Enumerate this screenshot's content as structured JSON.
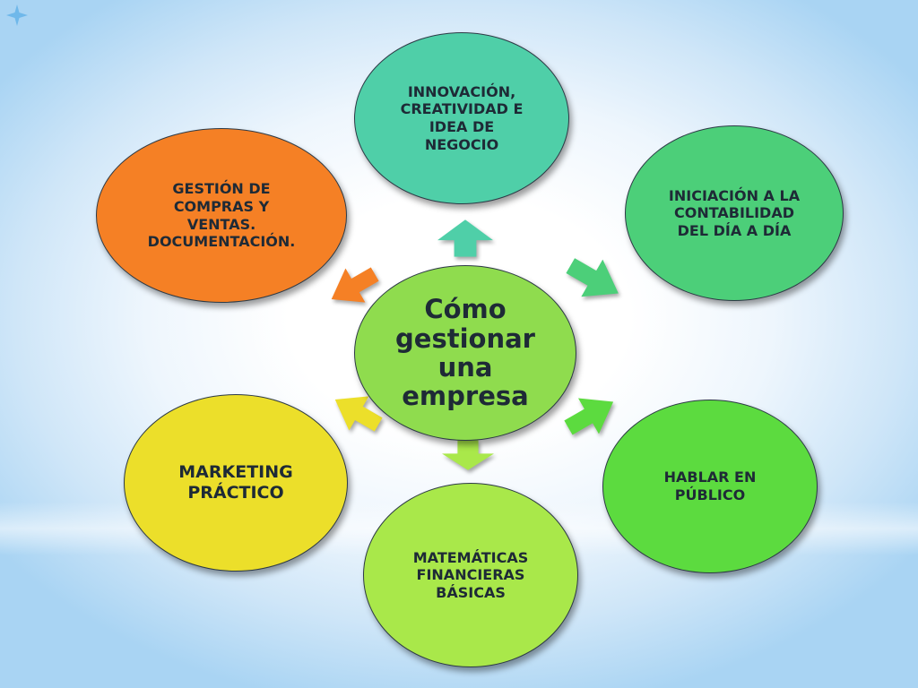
{
  "diagram": {
    "center": {
      "label": "Cómo\ngestionar\nuna\nempresa",
      "color": "#8fdc4e"
    },
    "nodes": [
      {
        "id": "innovacion",
        "label": "INNOVACIÓN,\nCREATIVIDAD E\nIDEA DE\nNEGOCIO",
        "color": "#4fcfa8"
      },
      {
        "id": "contabilidad",
        "label": "INICIACIÓN A LA\nCONTABILIDAD\nDEL DÍA A DÍA",
        "color": "#4ccf79"
      },
      {
        "id": "hablar",
        "label": "HABLAR EN\nPÚBLICO",
        "color": "#5cdb3f"
      },
      {
        "id": "matematicas",
        "label": "MATEMÁTICAS\nFINANCIERAS\nBÁSICAS",
        "color": "#a9e84a"
      },
      {
        "id": "marketing",
        "label": "MARKETING\nPRÁCTICO",
        "color": "#ecdf2a"
      },
      {
        "id": "gestion",
        "label": "GESTIÓN DE\nCOMPRAS Y\nVENTAS.\nDOCUMENTACIÓN.",
        "color": "#f58025"
      }
    ]
  }
}
